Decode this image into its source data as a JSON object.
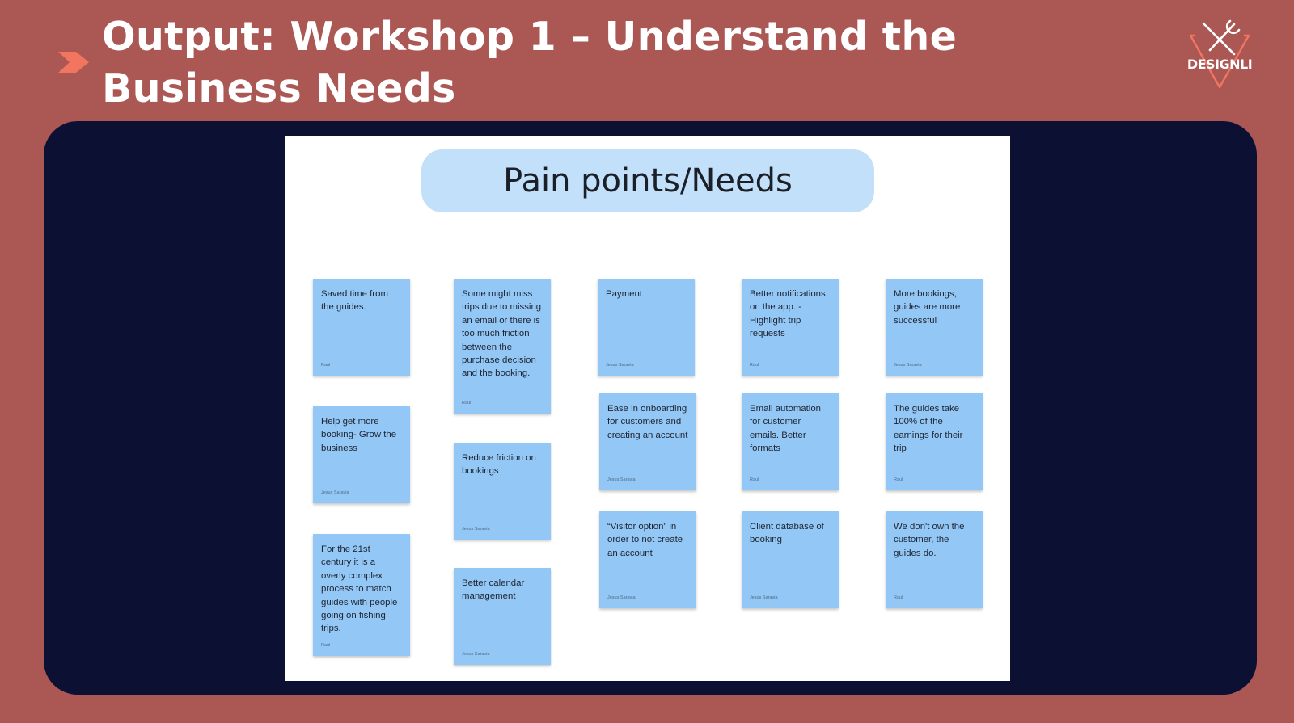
{
  "header": {
    "title": "Output: Workshop 1 – Understand the Business Needs",
    "arrow_icon": "chevron-right-icon",
    "arrow_color": "#f2765f"
  },
  "logo": {
    "text": "DESIGNLI",
    "icon": "pencil-wrench-triangle-icon"
  },
  "colors": {
    "background": "#ab5754",
    "panel": "#0c1032",
    "board": "#ffffff",
    "title_pill": "#c3e0fa",
    "sticky": "#93c7f5"
  },
  "board": {
    "title": "Pain points/Needs",
    "notes": [
      {
        "text": "Saved time from the guides.",
        "author": "Raul"
      },
      {
        "text": "Help get more booking- Grow the business",
        "author": "Jesus Saravia"
      },
      {
        "text": "For the 21st century it is a overly complex process to match guides with people going on fishing trips.",
        "author": "Raul"
      },
      {
        "text": "Some might miss trips due to missing an email or there is too much friction between the purchase decision and the booking.",
        "author": "Raul"
      },
      {
        "text": "Reduce friction on bookings",
        "author": "Jesus Saravia"
      },
      {
        "text": "Better calendar management",
        "author": "Jesus Saravia"
      },
      {
        "text": "Payment",
        "author": "Jesus Saravia"
      },
      {
        "text": "Ease in onboarding for customers and creating an account",
        "author": "Jesus Saravia"
      },
      {
        "text": "“Visitor option” in order to not create an account",
        "author": "Jesus Saravia"
      },
      {
        "text": "Better notifications on the app. - Highlight trip requests",
        "author": "Raul"
      },
      {
        "text": "Email automation for customer emails. Better formats",
        "author": "Raul"
      },
      {
        "text": "Client database of booking",
        "author": "Jesus Saravia"
      },
      {
        "text": "More bookings, guides are more successful",
        "author": "Jesus Saravia"
      },
      {
        "text": "The guides take 100% of the earnings for their trip",
        "author": "Raul"
      },
      {
        "text": "We don't own the customer, the guides do.",
        "author": "Raul"
      }
    ]
  }
}
